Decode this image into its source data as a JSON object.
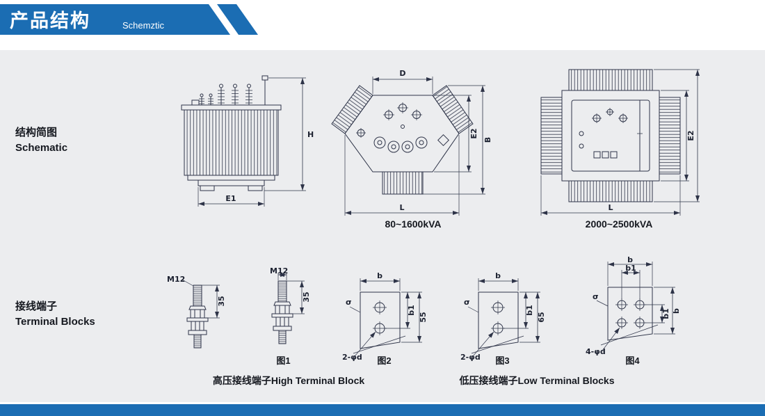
{
  "colors": {
    "accent_blue": "#1b6db3",
    "line_dark": "#2e3448",
    "panel_gray": "#ecedef"
  },
  "header": {
    "title": "产品结构",
    "subtitle": "Schemztic"
  },
  "schematic_section": {
    "label_cn": "结构简图",
    "label_en": "Schematic",
    "side_view": {
      "dim_h": "H",
      "dim_e1": "E1"
    },
    "top_view_small": {
      "dim_d": "D",
      "dim_e2": "E2",
      "dim_b": "B",
      "dim_l": "L",
      "caption": "80~1600kVA"
    },
    "top_view_large": {
      "dim_e2": "E2",
      "dim_l": "L",
      "caption": "2000~2500kVA"
    }
  },
  "terminal_section": {
    "label_cn": "接线端子",
    "label_en": "Terminal Blocks",
    "bolt_a": {
      "thread": "M12",
      "dim_35": "35"
    },
    "bolt_b": {
      "thread": "M12",
      "dim_35": "35",
      "caption": "图1"
    },
    "plate_2": {
      "dim_b": "b",
      "dim_b1": "b1",
      "dim_height": "55",
      "holes": "2-φd",
      "thickness": "σ",
      "caption": "图2"
    },
    "plate_3": {
      "dim_b": "b",
      "dim_b1": "b1",
      "dim_height": "65",
      "holes": "2-φd",
      "thickness": "σ",
      "caption": "图3"
    },
    "plate_4": {
      "dim_b": "b",
      "dim_b1": "b1",
      "dim_b1_right": "b1",
      "dim_b_right": "b",
      "holes": "4-φd",
      "thickness": "σ",
      "caption": "图4"
    },
    "caption_high": "高压接线端子High Terminal Block",
    "caption_low": "低压接线端子Low Terminal Blocks"
  }
}
